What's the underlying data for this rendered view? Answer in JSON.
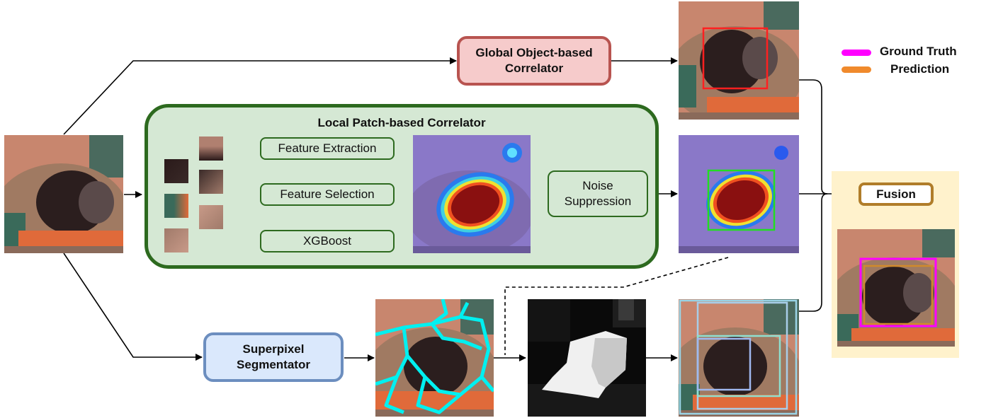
{
  "nodes": {
    "global_correlator": "Global Object-based Correlator",
    "local_correlator_title": "Local Patch-based Correlator",
    "feature_extraction": "Feature Extraction",
    "feature_selection": "Feature Selection",
    "xgboost": "XGBoost",
    "noise_suppression": "Noise Suppression",
    "superpixel_segmentator": "Superpixel Segmentator",
    "fusion": "Fusion"
  },
  "legend": {
    "ground_truth": {
      "label": "Ground Truth",
      "color": "#ff00ff"
    },
    "prediction": {
      "label": "Prediction",
      "color": "#f08a2c"
    }
  },
  "colors": {
    "global_fill": "#f6cbcb",
    "global_stroke": "#b85450",
    "local_fill": "#d5e8d4",
    "local_stroke": "#2d6a1f",
    "superpixel_fill": "#dae8fc",
    "superpixel_stroke": "#6c8ebf",
    "fusion_bg": "#fff2cc",
    "fusion_stroke": "#b07d2a",
    "global_bbox": "#ff2020",
    "local_bbox": "#22dd22",
    "superpixel_edges": "#00f0f0"
  },
  "images": {
    "input": "input-image",
    "global_output": "global-output-image",
    "local_heatmap": "local-heatmap-image",
    "local_output": "local-output-image",
    "superpixel_map": "superpixel-map-image",
    "superpixel_mask": "superpixel-mask-image",
    "superpixel_output": "superpixel-output-image",
    "fusion_output": "fusion-output-image",
    "patches": [
      "patch-1",
      "patch-2",
      "patch-3",
      "patch-4",
      "patch-5",
      "patch-6",
      "patch-7"
    ]
  }
}
